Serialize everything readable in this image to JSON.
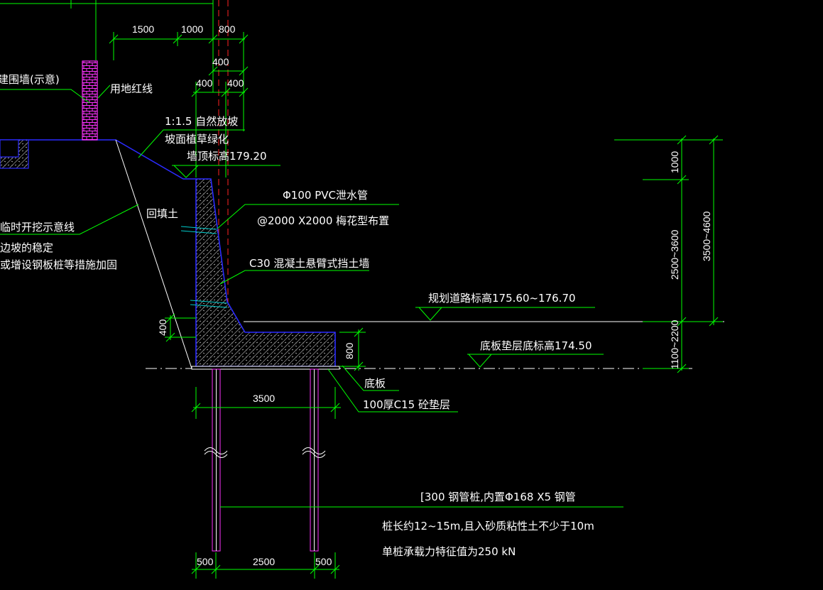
{
  "dims": {
    "top_1500": "1500",
    "top_1000": "1000",
    "top_800": "800",
    "top_400": "400",
    "left_400": "400",
    "right_400": "400",
    "wall_400": "400",
    "slab_800": "800",
    "base_3500": "3500",
    "pile_500_left": "500",
    "pile_2500": "2500",
    "pile_500_right": "500",
    "v_1000": "1000",
    "v_2500_3600": "2500~3600",
    "v_3500_4600": "3500~4600",
    "v_1100_2200": "1100~2200"
  },
  "labels": {
    "fence": "拟建围墙(示意)",
    "red_line": "用地红线",
    "slope": "1:1.5 自然放坡",
    "slope_green": "坡面植草绿化",
    "wall_top": "墙顶标高179.20",
    "drain_pipe": "Φ100 PVC泄水管",
    "drain_layout": "@2000 X2000 梅花型布置",
    "backfill": "回填土",
    "temp_line": "临时开挖示意线",
    "stability": "边坡的稳定",
    "reinforce": "或增设钢板桩等措施加固",
    "wall_type": "C30 混凝土悬臂式挡土墙",
    "road_elev": "规划道路标高175.60~176.70",
    "cushion_elev": "底板垫层底标高174.50",
    "base_slab": "底板",
    "cushion": "100厚C15 砼垫层",
    "pile_type": "[300 钢管桩,内置Φ168 X5 钢管",
    "pile_length": "桩长约12~15m,且入砂质粘性土不少于10m",
    "pile_capacity": "单桩承载力特征值为250 kN"
  }
}
